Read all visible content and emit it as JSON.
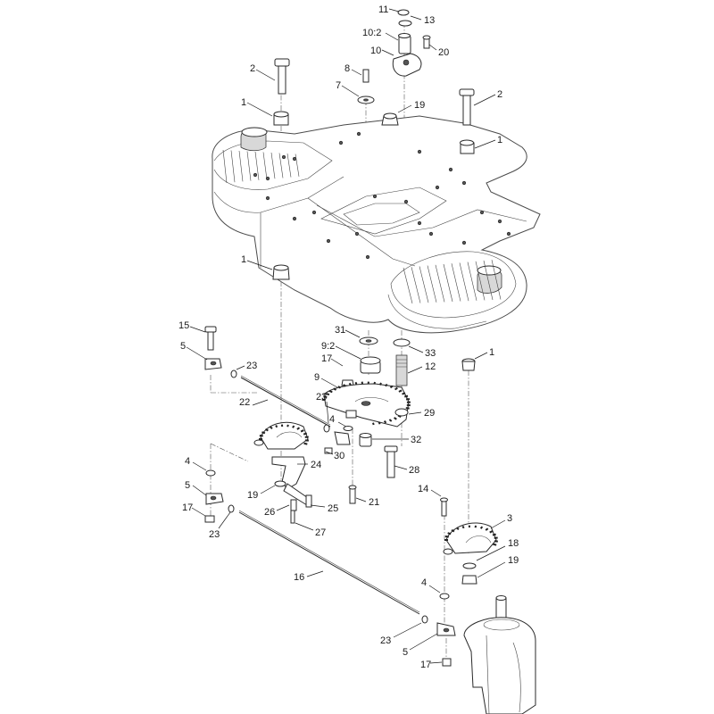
{
  "callouts": [
    {
      "label": "11"
    },
    {
      "label": "13"
    },
    {
      "label": "10:2"
    },
    {
      "label": "20"
    },
    {
      "label": "10"
    },
    {
      "label": "2"
    },
    {
      "label": "8"
    },
    {
      "label": "7"
    },
    {
      "label": "19"
    },
    {
      "label": "1"
    },
    {
      "label": "2"
    },
    {
      "label": "1"
    },
    {
      "label": "1"
    },
    {
      "label": "31"
    },
    {
      "label": "9:2"
    },
    {
      "label": "33"
    },
    {
      "label": "17"
    },
    {
      "label": "12"
    },
    {
      "label": "1"
    },
    {
      "label": "15"
    },
    {
      "label": "5"
    },
    {
      "label": "23"
    },
    {
      "label": "9"
    },
    {
      "label": "22"
    },
    {
      "label": "23"
    },
    {
      "label": "4"
    },
    {
      "label": "29"
    },
    {
      "label": "32"
    },
    {
      "label": "30"
    },
    {
      "label": "4"
    },
    {
      "label": "24"
    },
    {
      "label": "28"
    },
    {
      "label": "5"
    },
    {
      "label": "19"
    },
    {
      "label": "14"
    },
    {
      "label": "21"
    },
    {
      "label": "17"
    },
    {
      "label": "26"
    },
    {
      "label": "25"
    },
    {
      "label": "23"
    },
    {
      "label": "27"
    },
    {
      "label": "3"
    },
    {
      "label": "18"
    },
    {
      "label": "19"
    },
    {
      "label": "16"
    },
    {
      "label": "4"
    },
    {
      "label": "23"
    },
    {
      "label": "5"
    },
    {
      "label": "17"
    }
  ]
}
